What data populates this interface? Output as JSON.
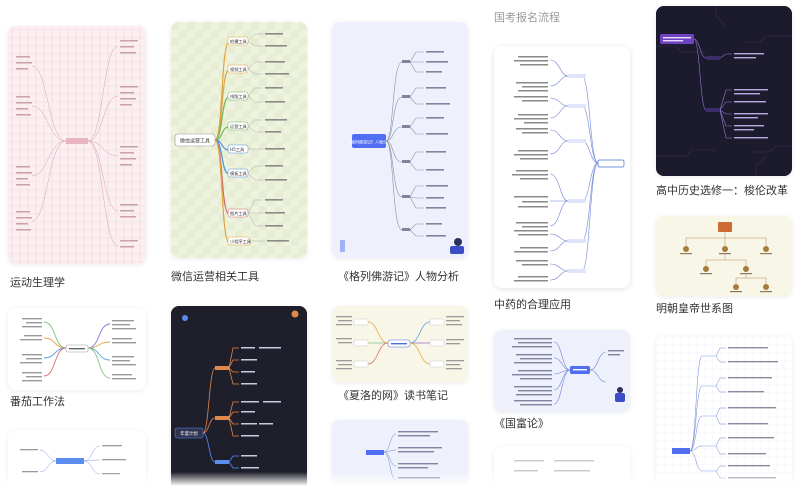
{
  "gallery": {
    "top_title": "国考报名流程",
    "cards": [
      {
        "title": "运动生理学"
      },
      {
        "title": "微信运营相关工具"
      },
      {
        "title": "《格列佛游记》人物分析"
      },
      {
        "title": "中药的合理应用"
      },
      {
        "title": "高中历史选修一：梭伦改革"
      },
      {
        "title": "番茄工作法"
      },
      {
        "title": "《夏洛的网》读书笔记"
      },
      {
        "title": "《国富论》"
      },
      {
        "title": "明朝皇帝世系图"
      }
    ],
    "thumb_labels": {
      "wechat_root": "微信运营工具",
      "wechat_branches": [
        "拍摄工具",
        "视频工具",
        "排版工具",
        "运营工具",
        "H5工具",
        "模板工具",
        "图片工具",
        "小程序工具"
      ],
      "gulliver_root": "《格列佛游记》人物分析",
      "plan_root": "年度计划"
    }
  },
  "colors": {
    "accent": "#6c7cf2",
    "pink_bg": "#fbeff2",
    "grid_bg": "#eef3df",
    "lavender_bg": "#eef0fb",
    "dark_bg": "#1c1b2e",
    "cream_bg": "#f8f6e6",
    "white_bg": "#ffffff"
  }
}
